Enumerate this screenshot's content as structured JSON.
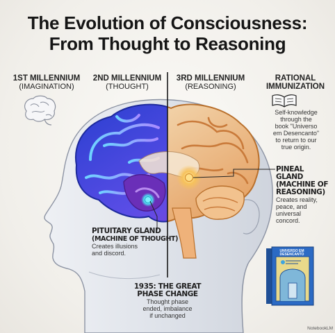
{
  "title": {
    "line1": "The Evolution of Consciousness:",
    "line2": "From Thought to Reasoning"
  },
  "eras": [
    {
      "name": "1ST MILLENNIUM",
      "sub": "(IMAGINATION)"
    },
    {
      "name": "2ND MILLENNIUM",
      "sub": "(THOUGHT)"
    },
    {
      "name": "3RD MILLENNIUM",
      "sub": "(REASONING)"
    }
  ],
  "rational": {
    "line1": "RATIONAL",
    "line2": "IMMUNIZATION",
    "desc": [
      "Self-knowledge",
      "through the",
      "book \"Universo",
      "em Desencanto\"",
      "to return to our",
      "true origin."
    ]
  },
  "pineal": {
    "title": [
      "PINEAL GLAND",
      "(MACHINE OF",
      "REASONING)"
    ],
    "desc": [
      "Creates reality,",
      "peace, and",
      "universal",
      "concord."
    ]
  },
  "pituitary": {
    "title": [
      "PITUITARY GLAND",
      "(MACHINE OF THOUGHT)"
    ],
    "desc": [
      "Creates illusions",
      "and discord."
    ]
  },
  "phase": {
    "title": [
      "1935: THE GREAT",
      "PHASE CHANGE"
    ],
    "desc": [
      "Thought phase",
      "ended, imbalance",
      "if unchanged"
    ]
  },
  "book": {
    "cover_title": "UNIVERSO EM DESENCANTO"
  },
  "watermark": "NotebookLM",
  "colors": {
    "thought_brain": "#4c5fe0",
    "reasoning_brain": "#e9a96a",
    "pineal_glow": "#f4b24d",
    "pituitary": "#7b3fc8"
  }
}
